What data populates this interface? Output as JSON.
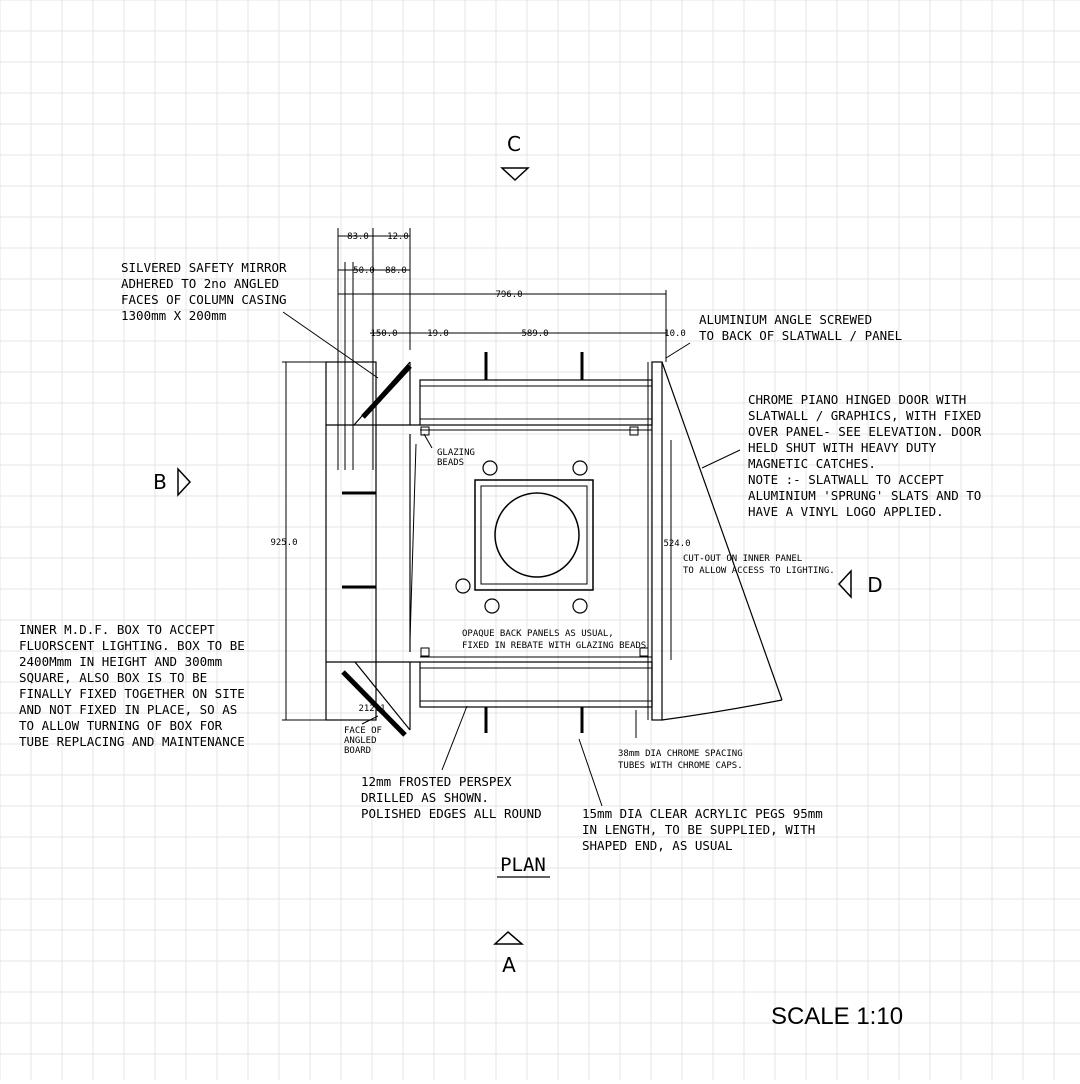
{
  "colors": {
    "ink": "#000000",
    "grid": "#e4e4e4",
    "paper": "#ffffff"
  },
  "section_markers": {
    "top": "C",
    "bottom": "A",
    "left": "B",
    "right": "D"
  },
  "title": "PLAN",
  "scale": "SCALE 1:10",
  "dimensions": {
    "d83": "83.0",
    "d12": "12.0",
    "d50": "50.0",
    "d88": "88.0",
    "d796": "796.0",
    "d150": "150.0",
    "d19": "19.0",
    "d589": "589.0",
    "d10": "10.0",
    "d925": "925.0",
    "d524": "524.0",
    "d212": "212.1"
  },
  "notes": {
    "mirror": [
      "SILVERED SAFETY MIRROR",
      "ADHERED TO 2no ANGLED",
      "FACES OF COLUMN CASING",
      "1300mm X 200mm"
    ],
    "aluminium": [
      "ALUMINIUM ANGLE SCREWED",
      "TO BACK OF SLATWALL / PANEL"
    ],
    "door": [
      "CHROME PIANO HINGED DOOR WITH",
      "SLATWALL / GRAPHICS, WITH FIXED",
      "OVER PANEL- SEE ELEVATION. DOOR",
      "HELD SHUT WITH HEAVY DUTY",
      "MAGNETIC CATCHES.",
      "NOTE :- SLATWALL TO ACCEPT",
      "ALUMINIUM 'SPRUNG' SLATS AND TO",
      "HAVE A VINYL LOGO APPLIED."
    ],
    "glazing": [
      "GLAZING",
      "BEADS"
    ],
    "cutout": [
      "CUT-OUT ON INNER PANEL",
      "TO ALLOW ACCESS TO LIGHTING."
    ],
    "mdf": [
      "INNER M.D.F. BOX TO ACCEPT",
      "FLUORSCENT LIGHTING. BOX TO BE",
      "2400Mmm IN HEIGHT AND 300mm",
      "SQUARE, ALSO BOX IS TO BE",
      "FINALLY FIXED TOGETHER ON SITE",
      "AND NOT FIXED IN PLACE, SO AS",
      "TO ALLOW TURNING OF BOX FOR",
      "TUBE REPLACING AND MAINTENANCE"
    ],
    "opaque": [
      "OPAQUE BACK PANELS AS USUAL,",
      "FIXED IN REBATE WITH GLAZING BEADS"
    ],
    "face": [
      "FACE OF",
      "ANGLED",
      "BOARD"
    ],
    "spacing": [
      "38mm DIA CHROME SPACING",
      "TUBES WITH CHROME CAPS."
    ],
    "perspex": [
      "12mm FROSTED PERSPEX",
      "DRILLED AS SHOWN.",
      "POLISHED EDGES ALL ROUND"
    ],
    "pegs": [
      "15mm DIA CLEAR ACRYLIC PEGS 95mm",
      "IN LENGTH, TO BE SUPPLIED, WITH",
      "SHAPED END, AS USUAL"
    ]
  }
}
